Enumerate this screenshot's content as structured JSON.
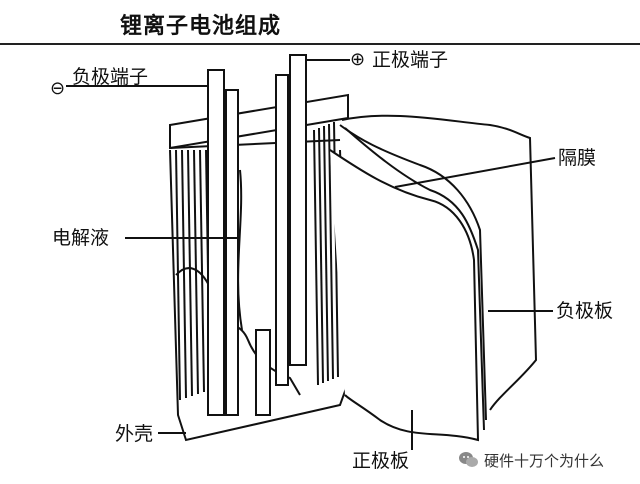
{
  "title": "锂离子电池组成",
  "labels": {
    "negative_terminal": "负极端子",
    "positive_terminal": "正极端子",
    "separator": "隔膜",
    "electrolyte": "电解液",
    "negative_plate": "负极板",
    "shell": "外壳",
    "positive_plate": "正极板"
  },
  "symbols": {
    "minus": "⊖",
    "plus": "⊕"
  },
  "watermark": {
    "icon": "wechat-icon",
    "text": "硬件十万个为什么"
  }
}
